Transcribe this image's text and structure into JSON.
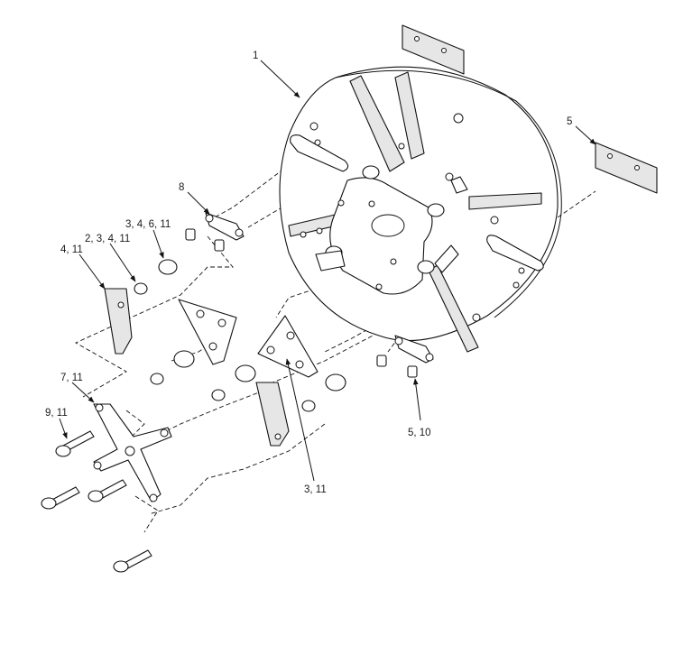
{
  "callouts": {
    "c1": "1",
    "c5": "5",
    "c8": "8",
    "c3_4_6_11": "3, 4, 6, 11",
    "c2_3_4_11": "2, 3, 4, 11",
    "c4_11": "4, 11",
    "c7_11": "7, 11",
    "c9_11": "9, 11",
    "c3_11": "3, 11",
    "c5_10": "5, 10"
  }
}
